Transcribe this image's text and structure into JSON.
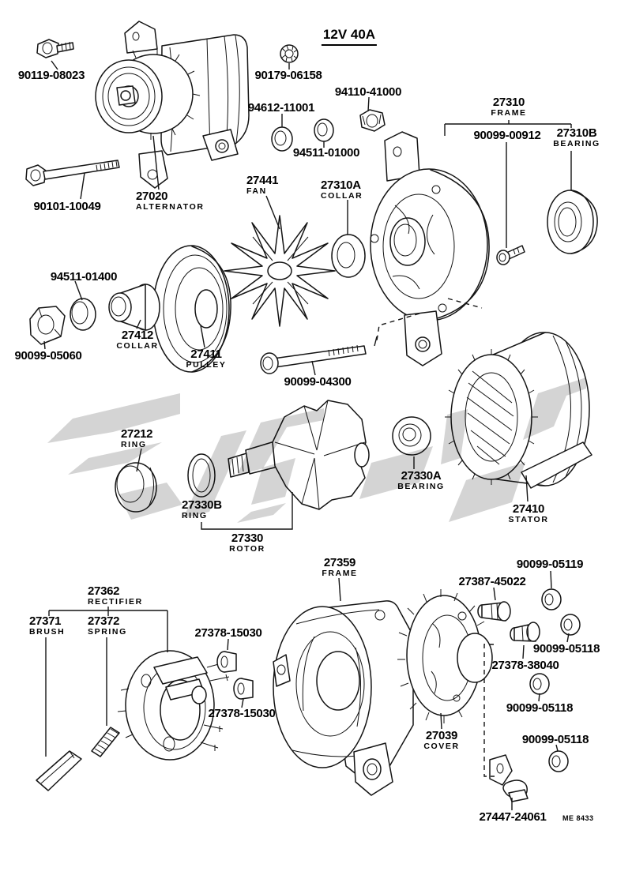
{
  "page": {
    "spec_label": "12V 40A",
    "doc_code": "ME 8433"
  },
  "parts": {
    "p90119_08023": {
      "number": "90119-08023",
      "name": ""
    },
    "p90179_06158": {
      "number": "90179-06158",
      "name": ""
    },
    "p94110_41000": {
      "number": "94110-41000",
      "name": ""
    },
    "p94612_11001": {
      "number": "94612-11001",
      "name": ""
    },
    "p94511_01000": {
      "number": "94511-01000",
      "name": ""
    },
    "p27310": {
      "number": "27310",
      "name": "FRAME"
    },
    "p90099_00912": {
      "number": "90099-00912",
      "name": ""
    },
    "p27310B": {
      "number": "27310B",
      "name": "BEARING"
    },
    "p27020": {
      "number": "27020",
      "name": "ALTERNATOR"
    },
    "p27441": {
      "number": "27441",
      "name": "FAN"
    },
    "p27310A": {
      "number": "27310A",
      "name": "COLLAR"
    },
    "p90101_10049": {
      "number": "90101-10049",
      "name": ""
    },
    "p94511_01400": {
      "number": "94511-01400",
      "name": ""
    },
    "p27412": {
      "number": "27412",
      "name": "COLLAR"
    },
    "p90099_05060": {
      "number": "90099-05060",
      "name": ""
    },
    "p27411": {
      "number": "27411",
      "name": "PULLEY"
    },
    "p90099_04300": {
      "number": "90099-04300",
      "name": ""
    },
    "p27212": {
      "number": "27212",
      "name": "RING"
    },
    "p27330B": {
      "number": "27330B",
      "name": "RING"
    },
    "p27330": {
      "number": "27330",
      "name": "ROTOR"
    },
    "p27330A": {
      "number": "27330A",
      "name": "BEARING"
    },
    "p27410": {
      "number": "27410",
      "name": "STATOR"
    },
    "p27359": {
      "number": "27359",
      "name": "FRAME"
    },
    "p90099_05119": {
      "number": "90099-05119",
      "name": ""
    },
    "p27387_45022": {
      "number": "27387-45022",
      "name": ""
    },
    "p27362": {
      "number": "27362",
      "name": "RECTIFIER"
    },
    "p27371": {
      "number": "27371",
      "name": "BRUSH"
    },
    "p27372": {
      "number": "27372",
      "name": "SPRING"
    },
    "p27378_15030": {
      "number": "27378-15030",
      "name": ""
    },
    "p90099_05118": {
      "number": "90099-05118",
      "name": ""
    },
    "p27378_38040": {
      "number": "27378-38040",
      "name": ""
    },
    "p27039": {
      "number": "27039",
      "name": "COVER"
    },
    "p27447_24061": {
      "number": "27447-24061",
      "name": ""
    }
  }
}
